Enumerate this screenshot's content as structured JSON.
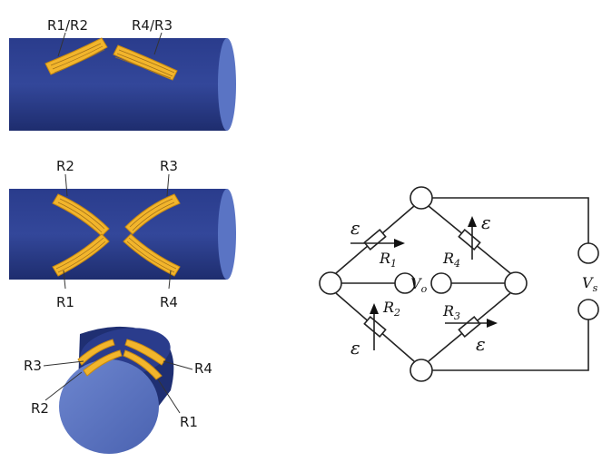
{
  "views": {
    "top": {
      "label_left": "R1/R2",
      "label_right": "R4/R3"
    },
    "middle": {
      "label_top_left": "R2",
      "label_top_right": "R3",
      "label_bottom_left": "R1",
      "label_bottom_right": "R4"
    },
    "end": {
      "label_r3": "R3",
      "label_r4": "R4",
      "label_r2": "R2",
      "label_r1": "R1"
    }
  },
  "circuit": {
    "strain_symbol": "ε",
    "r1": "R",
    "r1_sub": "1",
    "r2": "R",
    "r2_sub": "2",
    "r3": "R",
    "r3_sub": "3",
    "r4": "R",
    "r4_sub": "4",
    "vo": "V",
    "vo_sub": "o",
    "vs": "V",
    "vs_sub": "s"
  },
  "colors": {
    "shaft": "#2b3f8f",
    "shaft_dark": "#1f2f72",
    "shaft_end": "#5a74c4",
    "gauge": "#f2b52c"
  }
}
